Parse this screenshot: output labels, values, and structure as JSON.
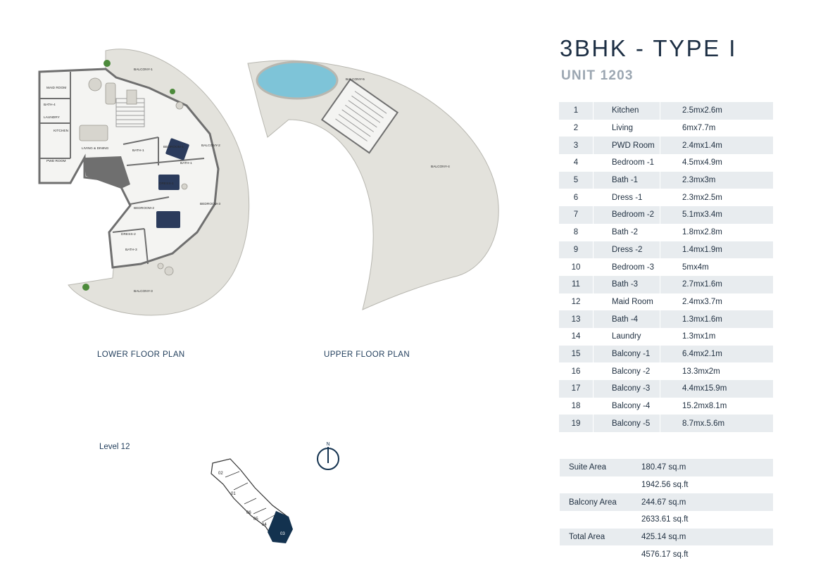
{
  "header": {
    "title": "3BHK - TYPE I",
    "unit": "UNIT 1203"
  },
  "plans": {
    "lower_caption": "LOWER FLOOR PLAN",
    "upper_caption": "UPPER FLOOR PLAN",
    "lower_labels": [
      "BALCONY-1",
      "MAID ROOM",
      "BATH-4",
      "LAUNDRY",
      "KITCHEN",
      "LIVING & DINING",
      "PWD ROOM",
      "BATH-1",
      "BEDROOM-1",
      "BALCONY-2",
      "BATH-1",
      "DRESS-1",
      "BEDROOM-2",
      "BEDROOM-3",
      "DRESS-2",
      "BATH-3",
      "BALCONY-3"
    ],
    "upper_labels": [
      "BALCONY-5",
      "BALCONY-4"
    ]
  },
  "keyplan": {
    "level_label": "Level  12",
    "compass_label": "N",
    "unit_numbers": [
      "02",
      "01",
      "06",
      "05",
      "04",
      "03"
    ]
  },
  "rooms": [
    {
      "num": "1",
      "name": "Kitchen",
      "size": "2.5mx2.6m"
    },
    {
      "num": "2",
      "name": "Living",
      "size": "6mx7.7m"
    },
    {
      "num": "3",
      "name": "PWD Room",
      "size": "2.4mx1.4m"
    },
    {
      "num": "4",
      "name": "Bedroom -1",
      "size": "4.5mx4.9m"
    },
    {
      "num": "5",
      "name": "Bath -1",
      "size": "2.3mx3m"
    },
    {
      "num": "6",
      "name": "Dress -1",
      "size": "2.3mx2.5m"
    },
    {
      "num": "7",
      "name": "Bedroom -2",
      "size": "5.1mx3.4m"
    },
    {
      "num": "8",
      "name": "Bath -2",
      "size": "1.8mx2.8m"
    },
    {
      "num": "9",
      "name": "Dress -2",
      "size": "1.4mx1.9m"
    },
    {
      "num": "10",
      "name": "Bedroom -3",
      "size": "5mx4m"
    },
    {
      "num": "11",
      "name": "Bath -3",
      "size": "2.7mx1.6m"
    },
    {
      "num": "12",
      "name": "Maid Room",
      "size": "2.4mx3.7m"
    },
    {
      "num": "13",
      "name": "Bath -4",
      "size": "1.3mx1.6m"
    },
    {
      "num": "14",
      "name": "Laundry",
      "size": "1.3mx1m"
    },
    {
      "num": "15",
      "name": "Balcony -1",
      "size": "6.4mx2.1m"
    },
    {
      "num": "16",
      "name": "Balcony -2",
      "size": "13.3mx2m"
    },
    {
      "num": "17",
      "name": "Balcony -3",
      "size": "4.4mx15.9m"
    },
    {
      "num": "18",
      "name": "Balcony -4",
      "size": "15.2mx8.1m"
    },
    {
      "num": "19",
      "name": "Balcony -5",
      "size": "8.7mx.5.6m"
    }
  ],
  "areas": {
    "suite_label": "Suite Area",
    "suite_sqm": "180.47 sq.m",
    "suite_sqft": "1942.56 sq.ft",
    "balcony_label": "Balcony Area",
    "balcony_sqm": "244.67 sq.m",
    "balcony_sqft": "2633.61 sq.ft",
    "total_label": "Total Area",
    "total_sqm": "425.14 sq.m",
    "total_sqft": "4576.17 sq.ft"
  },
  "colors": {
    "title": "#1d2f44",
    "subtitle": "#9ba6b1",
    "row_shade": "#e8ecef",
    "terrace": "#e3e2dc",
    "wall": "#6f6f6f",
    "pool": "#7ec4d8",
    "accent_navy": "#13324f"
  }
}
